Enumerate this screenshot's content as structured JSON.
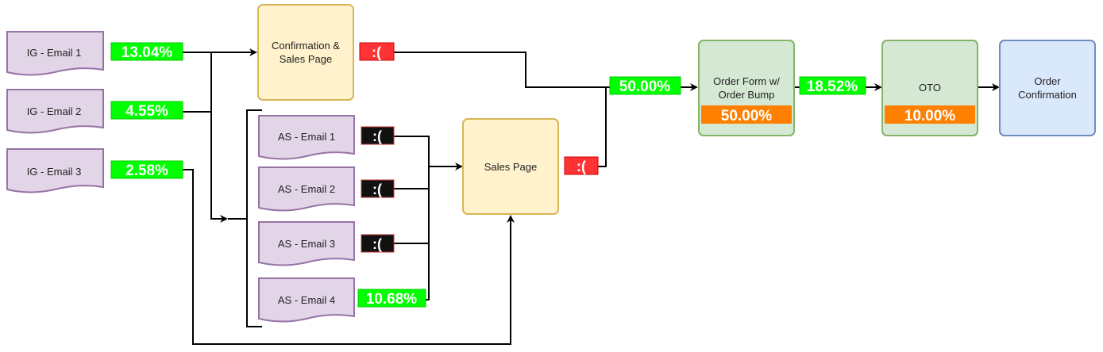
{
  "colors": {
    "email_fill": "#e1d5e7",
    "email_stroke": "#9673a6",
    "page_fill": "#fff2cc",
    "page_stroke": "#d6b656",
    "order_fill": "#d5e8d4",
    "order_stroke": "#82b366",
    "confirm_fill": "#dae8fc",
    "confirm_stroke": "#6c8ebf",
    "badge_green": "#00ff00",
    "badge_red": "#ff3333",
    "badge_black": "#111111",
    "badge_orange": "#ff8000"
  },
  "ig_emails": [
    {
      "label": "IG - Email 1",
      "rate": "13.04%"
    },
    {
      "label": "IG - Email 2",
      "rate": "4.55%"
    },
    {
      "label": "IG - Email 3",
      "rate": "2.58%"
    }
  ],
  "as_emails": [
    {
      "label": "AS - Email 1",
      "rate": ":("
    },
    {
      "label": "AS - Email 2",
      "rate": ":("
    },
    {
      "label": "AS - Email 3",
      "rate": ":("
    },
    {
      "label": "AS - Email 4",
      "rate": "10.68%"
    }
  ],
  "confirmation_page": {
    "line1": "Confirmation &",
    "line2": "Sales Page",
    "rate": ":("
  },
  "sales_page": {
    "label": "Sales Page",
    "rate": ":("
  },
  "merge_rate": "50.00%",
  "order_form": {
    "line1": "Order Form w/",
    "line2": "Order Bump",
    "bump_rate": "50.00%",
    "rate": "18.52%"
  },
  "oto": {
    "label": "OTO",
    "rate": "10.00%"
  },
  "order_confirmation": {
    "line1": "Order",
    "line2": "Confirmation"
  }
}
